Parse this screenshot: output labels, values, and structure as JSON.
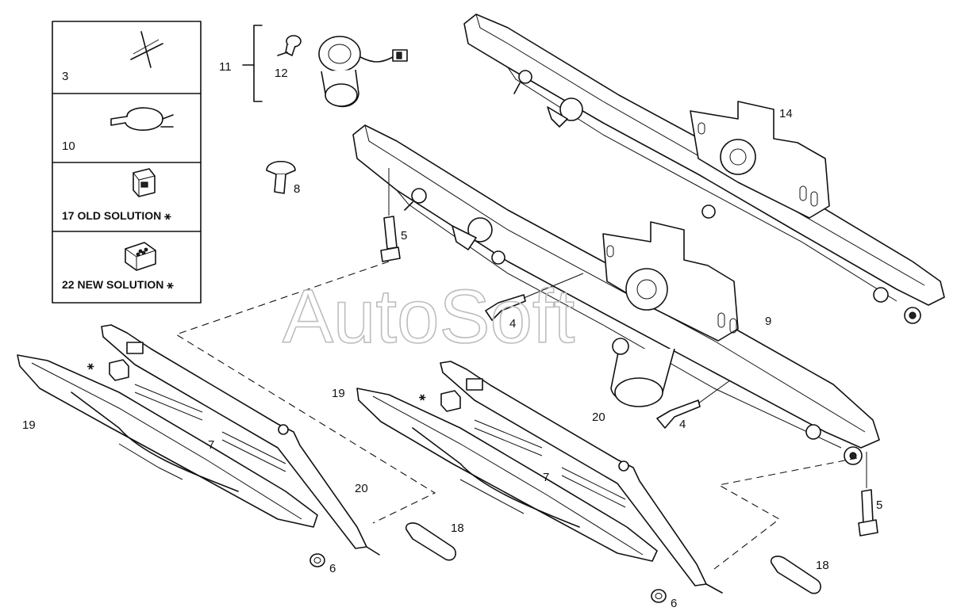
{
  "legend": {
    "rows": [
      {
        "label": "3"
      },
      {
        "label": "10"
      },
      {
        "label": "17 OLD SOLUTION ⚹"
      },
      {
        "label": "22 NEW SOLUTION ⚹"
      }
    ]
  },
  "callouts": {
    "c11": "11",
    "c12": "12",
    "c8": "8",
    "c5a": "5",
    "c5b": "5",
    "c14": "14",
    "c9": "9",
    "c4a": "4",
    "c4b": "4",
    "c20a": "20",
    "c20b": "20",
    "c19a": "19",
    "c19b": "19",
    "c7a": "7",
    "c7b": "7",
    "c6a": "6",
    "c6b": "6",
    "c18a": "18",
    "c18b": "18",
    "star1": "⚹",
    "star2": "⚹"
  },
  "watermark": "AutoSoft"
}
